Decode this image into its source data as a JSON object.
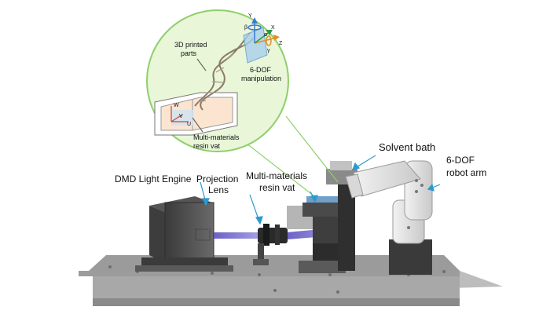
{
  "labels": {
    "parts": [
      "3D printed",
      "parts"
    ],
    "dof_manip": [
      "6-DOF",
      "manipulation"
    ],
    "vat_inset": [
      "Multi-materials",
      "resin vat"
    ],
    "solvent": "Solvent bath",
    "robot": [
      "6-DOF",
      "robot arm"
    ],
    "dmd": "DMD Light Engine",
    "lens": [
      "Projection",
      "Lens"
    ],
    "vat_main": [
      "Multi-materials",
      "resin vat"
    ]
  },
  "axes": {
    "y": "Y",
    "x": "X",
    "z": "Z",
    "beta": "β",
    "alpha": "α",
    "gamma": "γ",
    "w": "W",
    "v": "V",
    "u": "U"
  },
  "colors": {
    "inset_fill": "#e9f6d8",
    "inset_stroke": "#8fcf6c",
    "beam": "#6f66c8",
    "callout": "#2a9ad0",
    "table": "#8d8d8d"
  }
}
